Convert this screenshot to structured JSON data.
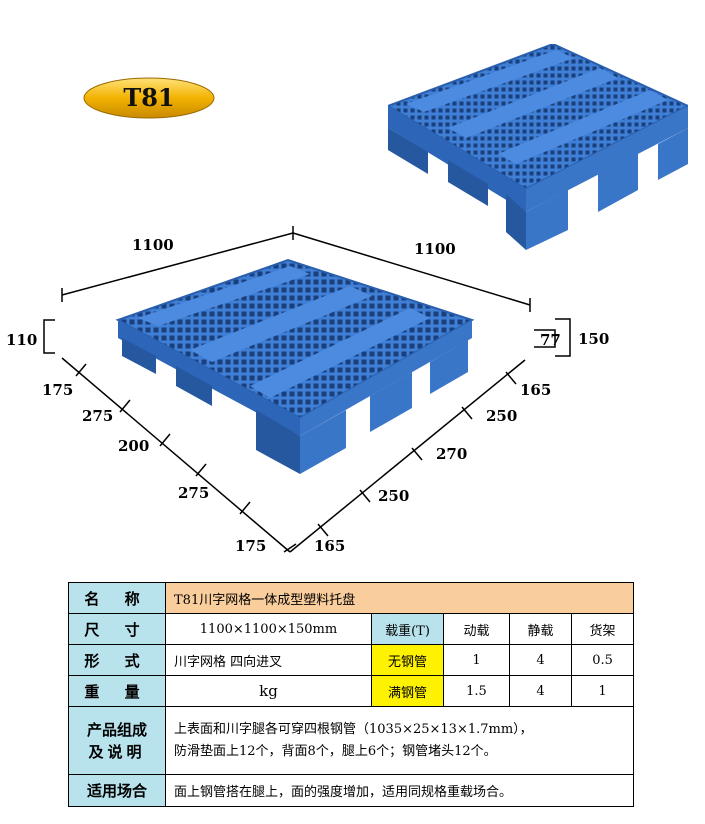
{
  "model_badge": "T81",
  "dimensions": {
    "top_left": "1100",
    "top_right": "1100",
    "height_left": "110",
    "height_right_inner": "77",
    "height_right_outer": "150",
    "left_side": [
      "175",
      "275",
      "200",
      "275",
      "175"
    ],
    "right_side": [
      "165",
      "250",
      "270",
      "250",
      "165"
    ]
  },
  "spec": {
    "name_label": "名 称",
    "name_value": "T81川字网格一体成型塑料托盘",
    "size_label": "尺 寸",
    "size_value": "1100×1100×150mm",
    "load_header": "载重(T)",
    "col_dynamic": "动载",
    "col_static": "静载",
    "col_rack": "货架",
    "form_label": "形 式",
    "form_value": "川字网格 四向进叉",
    "no_steel_label": "无钢管",
    "no_steel_values": [
      "1",
      "4",
      "0.5"
    ],
    "weight_label": "重 量",
    "weight_value": "kg",
    "full_steel_label": "满钢管",
    "full_steel_values": [
      "1.5",
      "4",
      "1"
    ],
    "desc_label_1": "产品组成",
    "desc_label_2": "及说明",
    "desc_line_1": "上表面和川字腿各可穿四根钢管（1035×25×13×1.7mm），",
    "desc_line_2": "防滑垫面上12个，背面8个，腿上6个；钢管堵头12个。",
    "use_label": "适用场合",
    "use_value": "面上钢管搭在腿上，面的强度增加，适用同规格重载场合。"
  },
  "colors": {
    "label_bg": "#b9e3ec",
    "title_bg": "#f9cd9c",
    "highlight": "#fff200",
    "pallet_blue": "#3f7fd6",
    "badge_gold": "#f2b200"
  }
}
